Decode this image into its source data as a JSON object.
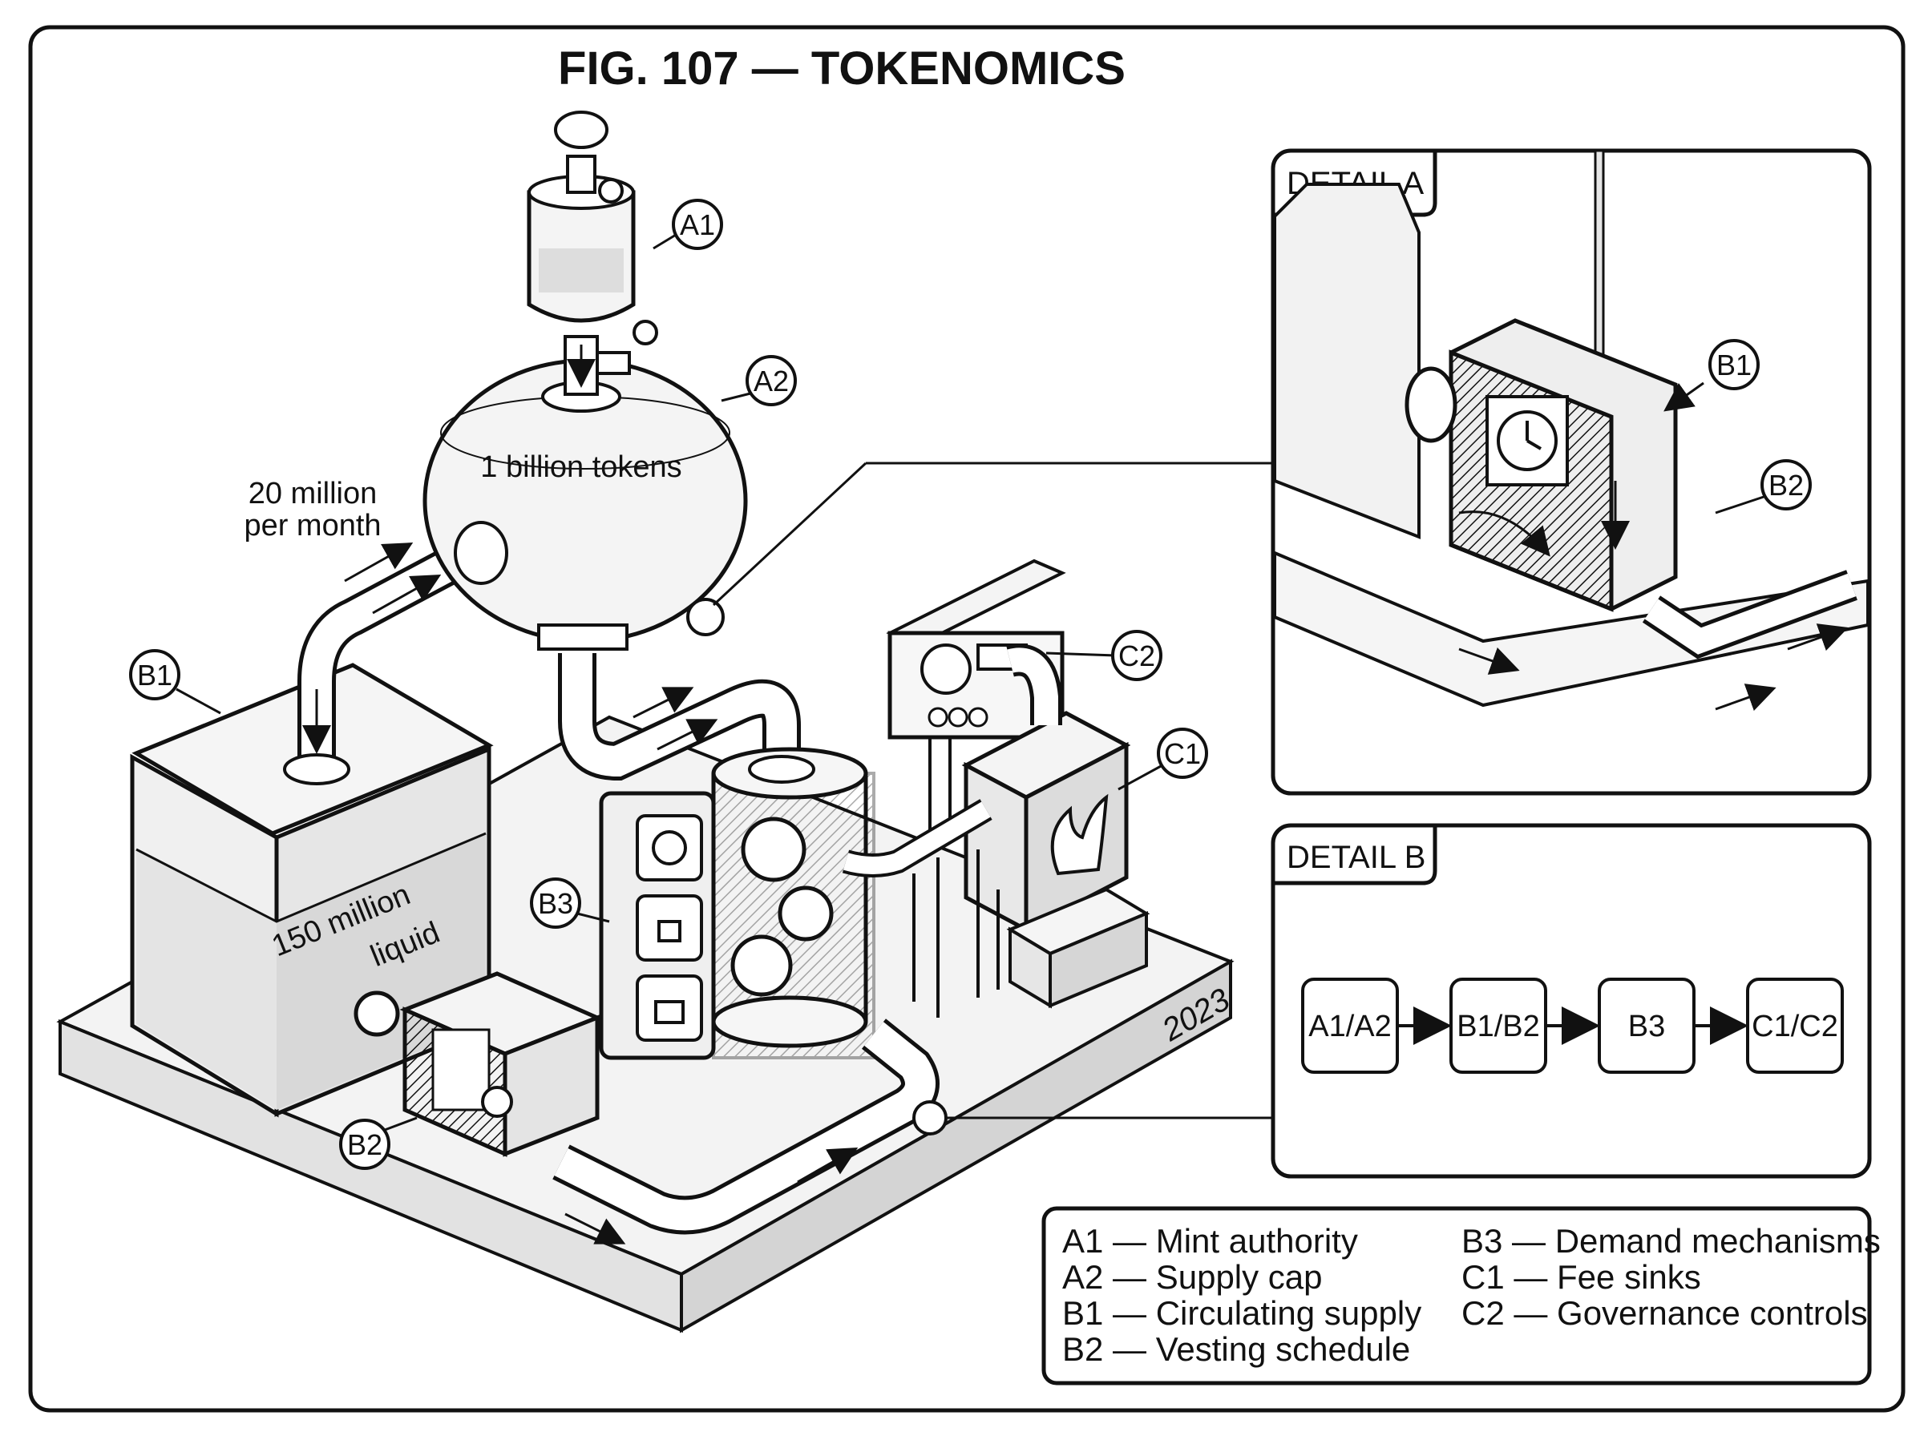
{
  "figure": {
    "title": "FIG. 107 — TOKENOMICS",
    "year": "2023"
  },
  "labels": {
    "emission_rate_line1": "20 million",
    "emission_rate_line2": "per month",
    "supply_cap": "1 billion tokens",
    "liquid_line1": "150 million",
    "liquid_line2": "liquid"
  },
  "callouts": {
    "a1": "A1",
    "a2": "A2",
    "b1": "B1",
    "b2": "B2",
    "b3": "B3",
    "c1": "C1",
    "c2": "C2",
    "detail_a_b1": "B1",
    "detail_a_b2": "B2"
  },
  "detail_a": {
    "title": "DETAIL A"
  },
  "detail_b": {
    "title": "DETAIL B",
    "steps": [
      "A1/A2",
      "B1/B2",
      "B3",
      "C1/C2"
    ]
  },
  "legend": {
    "left": [
      "A1 — Mint authority",
      "A2 — Supply cap",
      "B1 — Circulating supply",
      "B2 — Vesting schedule"
    ],
    "right": [
      "B3 — Demand mechanisms",
      "C1 — Fee sinks",
      "C2 — Governance controls"
    ]
  }
}
